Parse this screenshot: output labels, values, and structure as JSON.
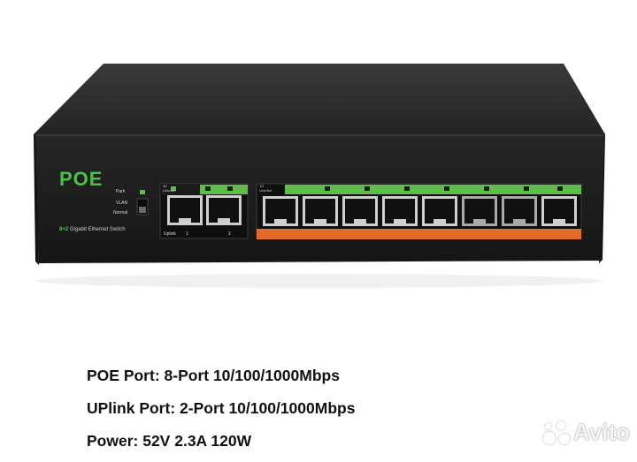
{
  "device": {
    "brand": "POE",
    "panel_labels": {
      "park": "Park",
      "vlan": "VLAN",
      "normal": "Normal",
      "uplink_link": "10\nLink/Act",
      "poe_link": "1G\nLink/Act",
      "uplink_label": "Uplink",
      "uplink_1": "1",
      "uplink_2": "2"
    },
    "model_prefix": "8+2",
    "model_text": " Gigabit Ethernet Switch",
    "colors": {
      "body": "#1c1c1c",
      "brand_green": "#4cc04a",
      "led_green": "#5fbe4a",
      "poe_orange": "#e36a2a"
    }
  },
  "specs": [
    {
      "label": "POE Port: ",
      "value": "8-Port 10/100/1000Mbps"
    },
    {
      "label": "UPlink Port: ",
      "value": "2-Port 10/100/1000Mbps"
    },
    {
      "label": "Power: ",
      "value": "52V 2.3A 120W"
    }
  ],
  "watermark": {
    "text": "Avito",
    "icon": "avito-dots-icon"
  }
}
